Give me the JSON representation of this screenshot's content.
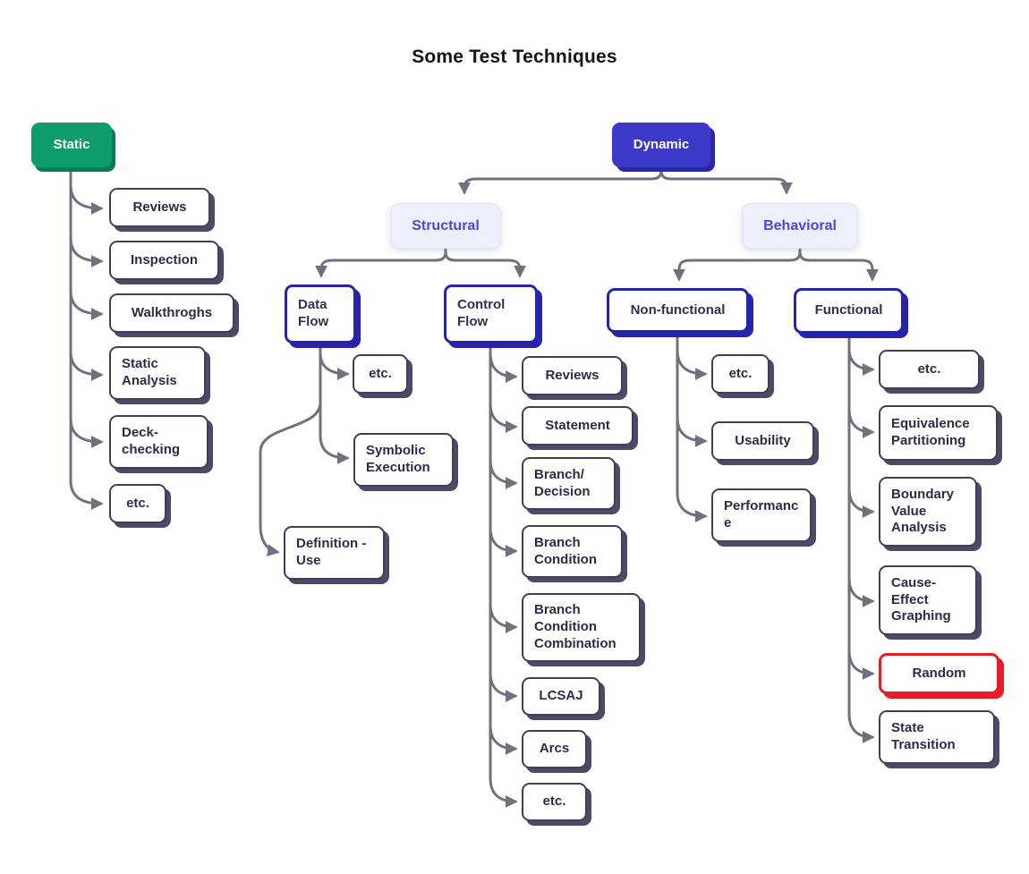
{
  "title": "Some Test Techniques",
  "colors": {
    "static_green": "#0f9d6e",
    "dynamic_indigo": "#3d39c8",
    "category_lavender_bg": "#edeffc",
    "category_lavender_text": "#4b48d8",
    "strong_border_indigo": "#2823ab",
    "leaf_border_dark": "#413e5b",
    "highlight_red": "#e51d26",
    "connector_gray": "#70707e"
  },
  "nodes": {
    "static": "Static",
    "dynamic": "Dynamic",
    "structural": "Structural",
    "behavioral": "Behavioral",
    "data_flow": "Data Flow",
    "control_flow": "Control Flow",
    "non_functional": "Non-functional",
    "functional": "Functional",
    "static_children": [
      "Reviews",
      "Inspection",
      "Walkthroghs",
      "Static Analysis",
      "Deck-checking",
      "etc."
    ],
    "data_flow_children": [
      "etc.",
      "Symbolic Execution",
      "Definition -Use"
    ],
    "control_flow_children": [
      "Reviews",
      "Statement",
      "Branch/ Decision",
      "Branch Condition",
      "Branch Condition Combination",
      "LCSAJ",
      "Arcs",
      "etc."
    ],
    "non_functional_children": [
      "etc.",
      "Usability",
      "Performance"
    ],
    "functional_children": [
      "etc.",
      "Equivalence Partitioning",
      "Boundary Value Analysis",
      "Cause- Effect Graphing",
      "Random",
      "State Transition"
    ]
  }
}
